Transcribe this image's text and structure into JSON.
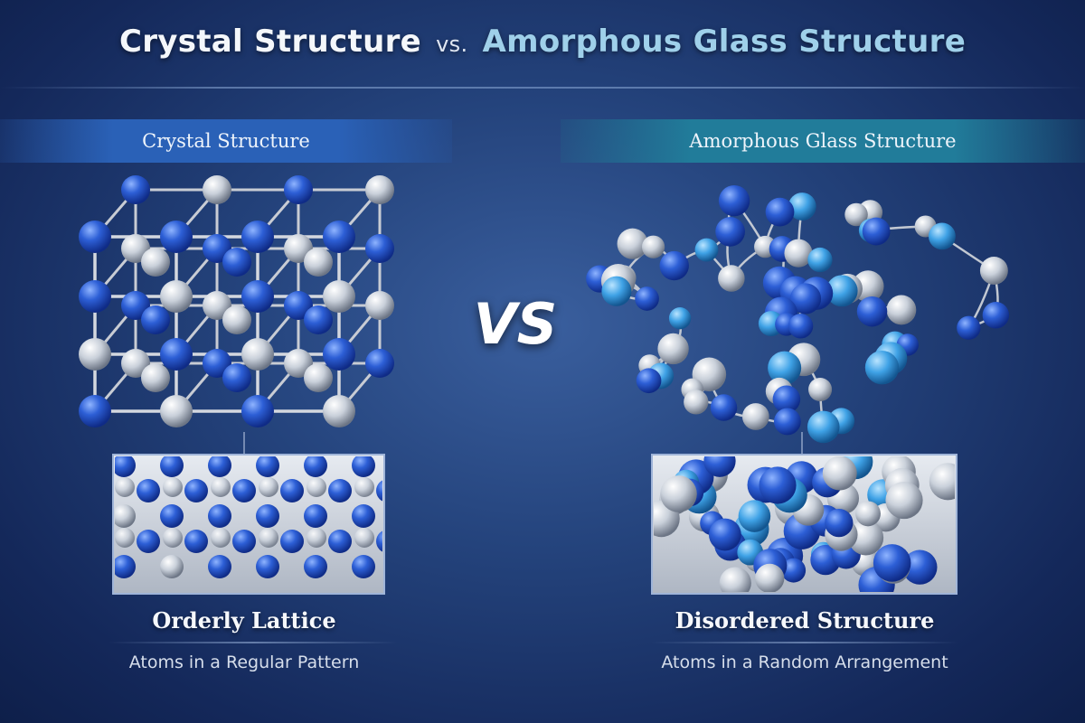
{
  "title": {
    "part1": "Crystal Structure",
    "connector": "vs.",
    "part2": "Amorphous Glass Structure"
  },
  "left_panel": {
    "banner": "Crystal Structure",
    "caption": "Orderly Lattice",
    "subtitle": "Atoms in a Regular Pattern"
  },
  "right_panel": {
    "banner": "Amorphous Glass Structure",
    "caption": "Disordered Structure",
    "subtitle": "Atoms in a Random Arrangement"
  },
  "vs_label": "VS",
  "colors": {
    "blue_atom": "#2d5fd6",
    "gray_atom": "#c9d0da",
    "light_blue_atom": "#3fa2e6",
    "bond": "#c8ccd4"
  }
}
